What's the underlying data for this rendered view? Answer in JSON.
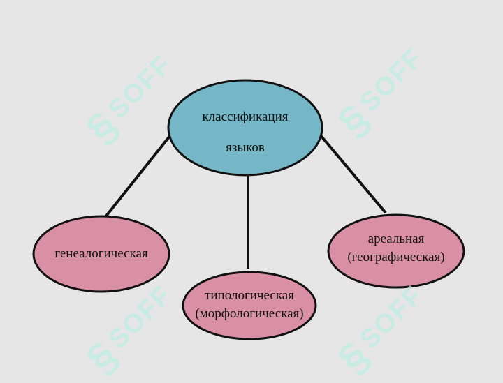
{
  "diagram": {
    "root": {
      "lines": [
        "классификация",
        "языков"
      ],
      "fill": "#76b7c7",
      "stroke": "#111111"
    },
    "children": [
      {
        "id": "genealogical",
        "lines": [
          "генеалогическая"
        ],
        "fill": "#d98fa5",
        "stroke": "#111111"
      },
      {
        "id": "typological",
        "lines": [
          "типологическая",
          "(морфологическая)"
        ],
        "fill": "#d98fa5",
        "stroke": "#111111"
      },
      {
        "id": "areal",
        "lines": [
          "ареальная",
          "(географическая)"
        ],
        "fill": "#d98fa5",
        "stroke": "#111111"
      }
    ],
    "connector_color": "#111111"
  },
  "watermark": {
    "text": "SOFF",
    "color": "#bfeee0"
  }
}
